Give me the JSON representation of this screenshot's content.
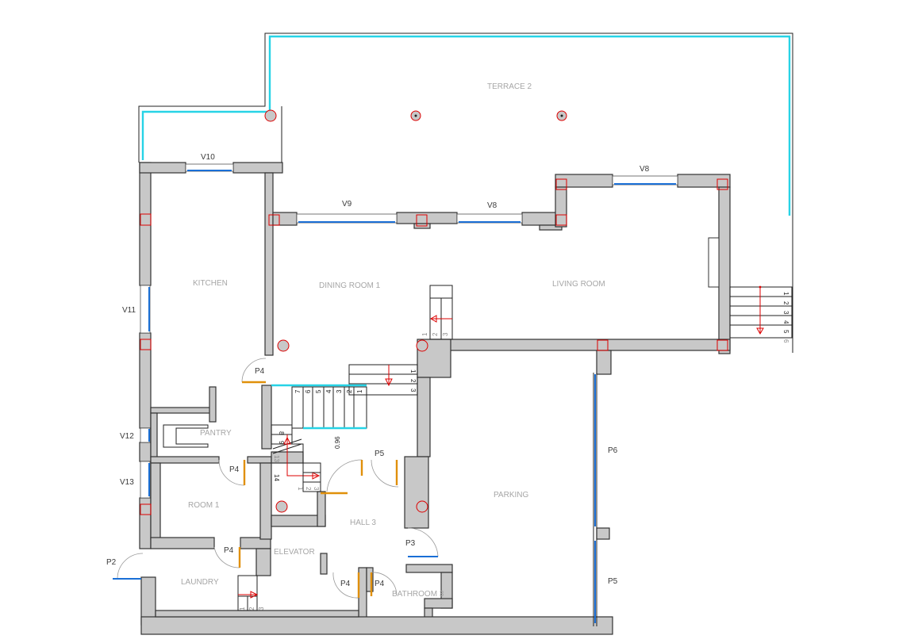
{
  "rooms": {
    "terrace_2": "TERRACE 2",
    "kitchen": "KITCHEN",
    "dining_room_1": "DINING ROOM 1",
    "living_room": "LIVING ROOM",
    "pantry": "PANTRY",
    "room_1": "ROOM 1",
    "hall_3": "HALL 3",
    "elevator": "ELEVATOR",
    "laundry": "LAUNDRY",
    "bathroom_3": "BATHROOM 3",
    "parking": "PARKING"
  },
  "windows": {
    "v10": "V10",
    "v9": "V9",
    "v8_dining": "V8",
    "v8_living": "V8",
    "v11": "V11",
    "v12": "V12",
    "v13": "V13"
  },
  "doors": {
    "p4_dining": "P4",
    "p4_pantry": "P4",
    "p4_room1": "P4",
    "p4_hall_a": "P4",
    "p4_hall_b": "P4",
    "p5_hall": "P5",
    "p3": "P3",
    "p2": "P2",
    "p6": "P6",
    "p5_parking": "P5"
  },
  "stairs": {
    "terrace_steps": [
      "1",
      "2",
      "3",
      "4",
      "5",
      "6"
    ],
    "landing_steps": [
      "1",
      "2",
      "3"
    ],
    "main_run": [
      "7",
      "6",
      "5",
      "4",
      "3",
      "2",
      "1"
    ],
    "middle_run": [
      "8",
      "9"
    ],
    "lower_left": [
      "13",
      "14"
    ],
    "lower_right": [
      "1",
      "2",
      "3"
    ],
    "laundry_steps": [
      "1",
      "2",
      "3"
    ],
    "small_steps": [
      "1",
      "2",
      "3"
    ],
    "dimension": "0.96"
  }
}
